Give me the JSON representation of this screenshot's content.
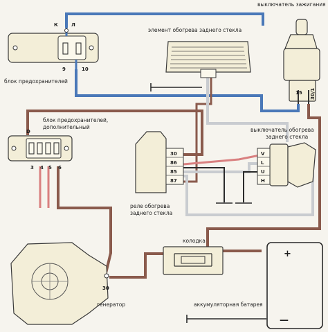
{
  "labels": {
    "ignition_switch": "выключатель зажигания",
    "heater_element": "элемент обогрева заднего стекла",
    "fuse_block": "блок предохранителей",
    "fuse_block_extra_line1": "блок предохранителей,",
    "fuse_block_extra_line2": "дополнительный",
    "heater_switch_line1": "выключатель обогрева",
    "heater_switch_line2": "заднего стекла",
    "relay_line1": "реле обогрева",
    "relay_line2": "заднего стекла",
    "connector": "колодка",
    "generator": "генератор",
    "battery": "аккумуляторная батарея"
  },
  "pins": {
    "fuse_k": "К",
    "fuse_l": "Л",
    "fuse_9": "9",
    "fuse_10": "10",
    "fuse2_d": "D",
    "fuse2_3": "3",
    "fuse2_4": "4",
    "fuse2_5": "5",
    "fuse2_6": "6",
    "ign_15": "15",
    "ign_30": "30/1",
    "relay_30": "30",
    "relay_86": "86",
    "relay_85": "85",
    "relay_87": "87",
    "sw_v": "V",
    "sw_l": "L",
    "sw_u": "U",
    "sw_h": "H",
    "gen_30": "30",
    "bat_plus": "+",
    "bat_minus": "—"
  },
  "colors": {
    "wire_blue": "#4a78b8",
    "wire_brown": "#8a5a4c",
    "wire_gray": "#c9ccd0",
    "wire_pink": "#d98080",
    "wire_black": "#2a2a2a"
  }
}
